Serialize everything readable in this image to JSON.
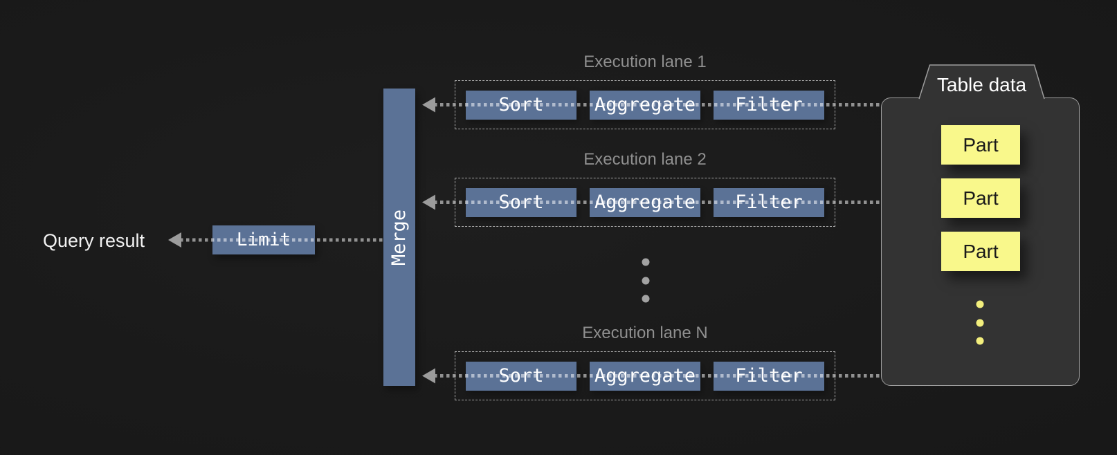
{
  "colors": {
    "background": "#1a1a1a",
    "operator_blue": "#5b7296",
    "panel_fill": "#333333",
    "panel_border": "#9e9e9e",
    "part_yellow": "#f9f88b",
    "lane_title_gray": "#8f8f8f",
    "connector_gray": "#9c9c9c",
    "text_white": "#f2f2f2"
  },
  "query_result": {
    "label": "Query result"
  },
  "pipeline": {
    "limit_label": "Limit",
    "merge_label": "Merge"
  },
  "lanes": [
    {
      "title": "Execution lane 1",
      "operators": [
        "Sort",
        "Aggregate",
        "Filter"
      ]
    },
    {
      "title": "Execution lane 2",
      "operators": [
        "Sort",
        "Aggregate",
        "Filter"
      ]
    },
    {
      "title": "Execution lane N",
      "operators": [
        "Sort",
        "Aggregate",
        "Filter"
      ]
    }
  ],
  "table_data": {
    "title": "Table data",
    "parts": [
      "Part",
      "Part",
      "Part"
    ]
  }
}
